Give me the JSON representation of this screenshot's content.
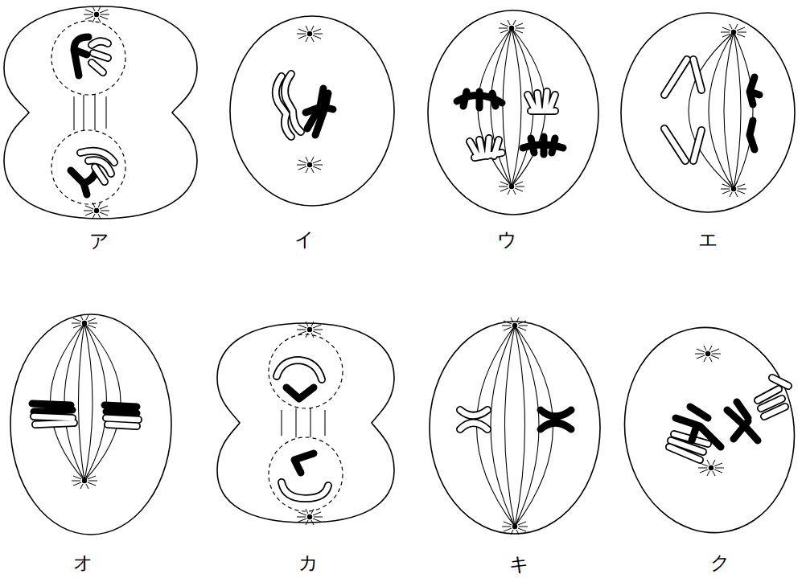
{
  "diagram": {
    "labels": [
      "ア",
      "イ",
      "ウ",
      "エ",
      "オ",
      "カ",
      "キ",
      "ク"
    ]
  }
}
